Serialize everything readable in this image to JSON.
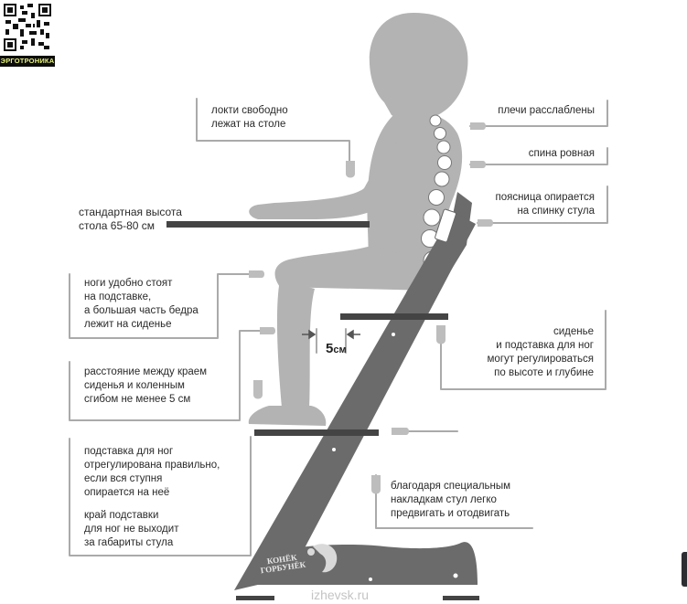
{
  "brand": {
    "name": "ЭРГОТРОНИКА",
    "accent": "#e6f27a"
  },
  "chair_logo": {
    "line1": "КОНЁК",
    "line2": "ГОРБУНЁК"
  },
  "website": "izhevsk.ru",
  "dimension": {
    "value": "5",
    "unit": "см"
  },
  "colors": {
    "figure": "#b3b3b3",
    "chair": "#6b6b6b",
    "surfaces": "#444444",
    "leader": "#aaaaaa",
    "spine": "#ffffff"
  },
  "annotations": {
    "elbows": [
      "локти свободно",
      "лежат на столе"
    ],
    "shoulders": [
      "плечи расслаблены"
    ],
    "back": [
      "спина ровная"
    ],
    "lumbar": [
      "поясница опирается",
      "на спинку стула"
    ],
    "table_height": [
      "стандартная высота",
      "стола 65-80 см"
    ],
    "feet": [
      "ноги удобно стоят",
      "на подставке,",
      "а большая часть бедра",
      "лежит на сиденье"
    ],
    "seat_adjust": [
      "сиденье",
      "и подставка для ног",
      "могут регулироваться",
      "по высоте и глубине"
    ],
    "knee_gap": [
      "расстояние между краем",
      "сиденья и коленным",
      "сгибом не менее 5 см"
    ],
    "footrest_ok": [
      "подставка для ног",
      "отрегулирована правильно,",
      "если вся ступня",
      "опирается на неё"
    ],
    "footrest_edge": [
      "край подставки",
      "для ног не выходит",
      "за габариты стула"
    ],
    "pads": [
      "благодаря специальным",
      "накладкам стул легко",
      "предвигать и отодвигать"
    ]
  }
}
